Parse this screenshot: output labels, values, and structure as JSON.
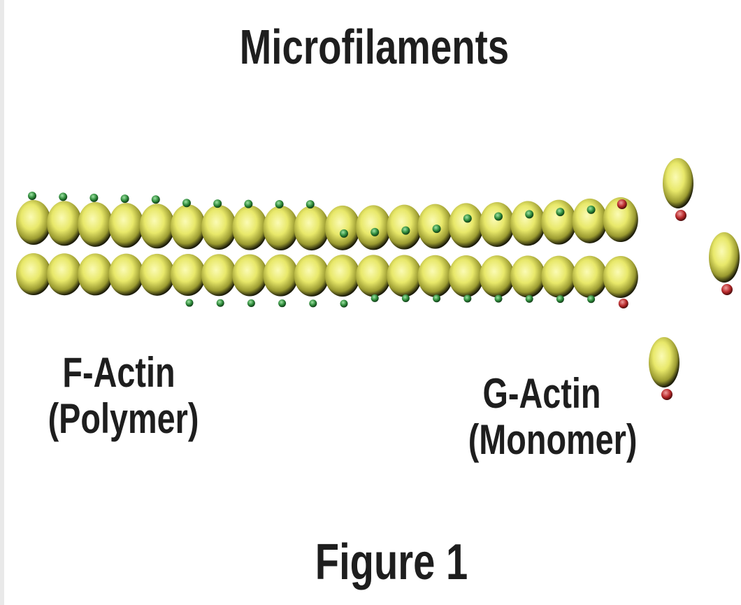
{
  "title": "Microfilaments",
  "polymer_label": {
    "line1": "F-Actin",
    "line2": "(Polymer)"
  },
  "monomer_label": {
    "line1": "G-Actin",
    "line2": "(Monomer)"
  },
  "caption": "Figure 1",
  "colors": {
    "subunit": "#e8e86a",
    "subunit_shadow": "#1c1c08",
    "bound_atp_marker": "#b8282a",
    "bound_adp_marker": "#2e8a3a",
    "text": "#1e1e1e"
  },
  "icons": {
    "polymer": "actin-filament",
    "monomer": "actin-monomer"
  }
}
